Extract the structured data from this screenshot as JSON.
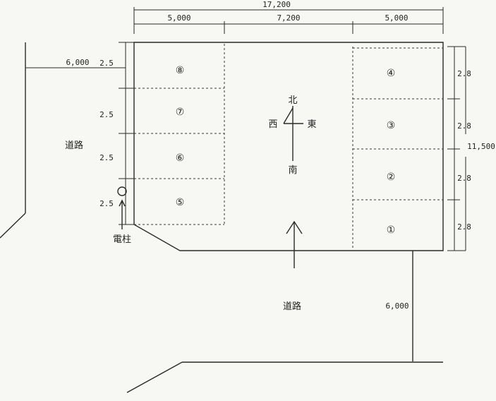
{
  "dimensions": {
    "total_width": "17,200",
    "left_width": "5,000",
    "middle_width": "7,200",
    "right_width": "5,000",
    "total_depth": "11,500",
    "right_rows": [
      "2.8",
      "2.8",
      "2.8",
      "2.8"
    ],
    "left_rows": [
      "2.5",
      "2.5",
      "2.5",
      "2.5"
    ]
  },
  "roads": {
    "west_label": "道路",
    "west_width": "6,000",
    "south_label": "道路",
    "south_width": "6,000"
  },
  "lots": {
    "left": [
      "⑧",
      "⑦",
      "⑥",
      "⑤"
    ],
    "right": [
      "④",
      "③",
      "②",
      "①"
    ]
  },
  "compass": {
    "north": "北",
    "south": "南",
    "west": "西",
    "east": "東"
  },
  "pole_label": "電柱"
}
